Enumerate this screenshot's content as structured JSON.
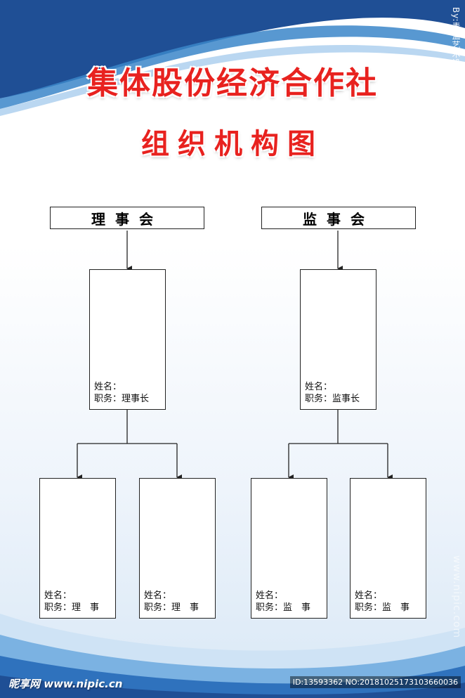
{
  "title": "集体股份经济合作社",
  "subtitle": "组织机构图",
  "left_branch": {
    "header": "理事会",
    "chief": {
      "name_label": "姓名：",
      "role_label": "职务：",
      "role": "理事长"
    },
    "members": [
      {
        "name_label": "姓名：",
        "role_label": "职务：",
        "role": "理　事"
      },
      {
        "name_label": "姓名：",
        "role_label": "职务：",
        "role": "理　事"
      }
    ]
  },
  "right_branch": {
    "header": "监事会",
    "chief": {
      "name_label": "姓名：",
      "role_label": "职务：",
      "role": "监事长"
    },
    "members": [
      {
        "name_label": "姓名：",
        "role_label": "职务：",
        "role": "监　事"
      },
      {
        "name_label": "姓名：",
        "role_label": "职务：",
        "role": "监　事"
      }
    ]
  },
  "watermarks": {
    "side_id": "By:青蓝艺术设计 No.20181025173103660036",
    "side_site": "www.nipic.com",
    "logo": "昵享网 www.nipic.cn",
    "bottom_id": "ID:13593362 NO:20181025173103660036"
  },
  "colors": {
    "title": "#e8221f",
    "wave_dark": "#1f4f95",
    "wave_light": "#3b86c9",
    "line": "#222222"
  }
}
